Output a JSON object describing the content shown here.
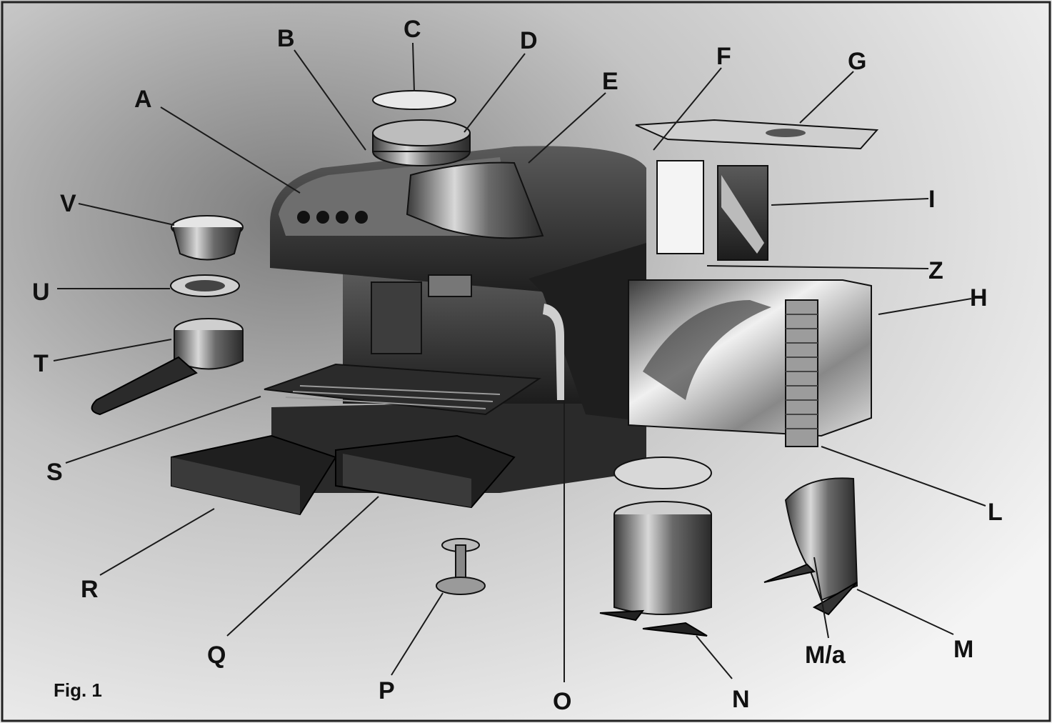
{
  "figure": {
    "caption": "Fig. 1",
    "labels": {
      "A": "A",
      "B": "B",
      "C": "C",
      "D": "D",
      "E": "E",
      "F": "F",
      "G": "G",
      "H": "H",
      "I": "I",
      "Z": "Z",
      "L": "L",
      "M": "M",
      "Ma": "M/a",
      "N": "N",
      "O": "O",
      "P": "P",
      "Q": "Q",
      "R": "R",
      "S": "S",
      "T": "T",
      "U": "U",
      "V": "V"
    }
  }
}
